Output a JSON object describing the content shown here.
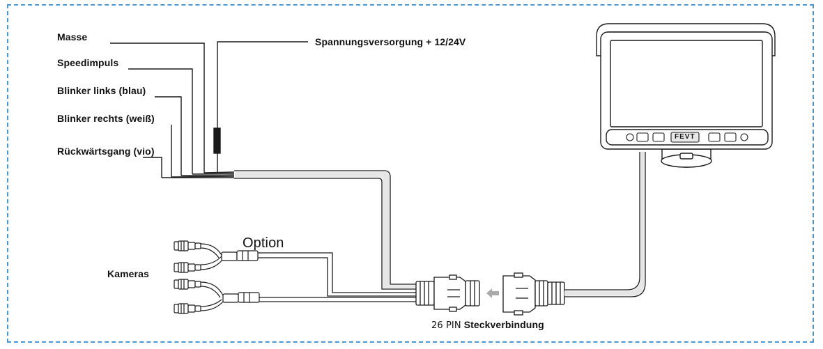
{
  "labels": {
    "masse": "Masse",
    "speedimpuls": "Speedimpuls",
    "blinker_links": "Blinker links (blau)",
    "blinker_rechts": "Blinker rechts (weiß)",
    "rueckwaertsgang": "Rückwärtsgang (vio)",
    "spannung": "Spannungsversorgung + 12/24V",
    "option": "Option",
    "kameras": "Kameras",
    "connector_pin": "26 PIN",
    "connector_name": "Steckverbindung"
  },
  "monitor": {
    "brand": "FEVT"
  },
  "colors": {
    "frame_border": "#4a97d1",
    "line": "#1a1a1a",
    "cable_fill": "#e6e6e6",
    "arrow": "#aaaaaa"
  }
}
